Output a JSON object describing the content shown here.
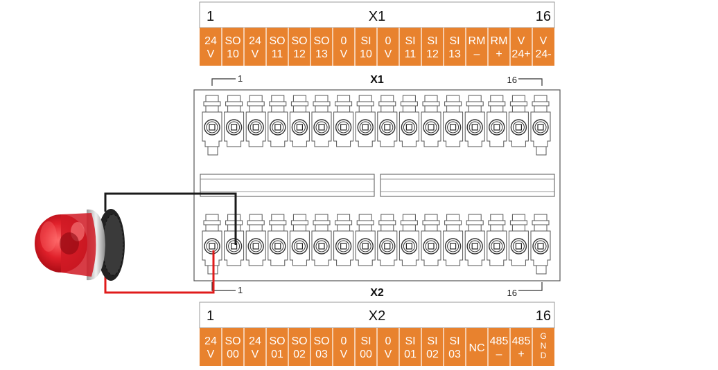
{
  "colors": {
    "orange": "#e8822e",
    "wire_black": "#1a1a1a",
    "wire_red": "#e01b1b",
    "beacon_red": "#e0202a"
  },
  "x1_table": {
    "title": "X1",
    "first_pin": "1",
    "last_pin": "16",
    "pins": [
      [
        "24",
        "V"
      ],
      [
        "SO",
        "10"
      ],
      [
        "24",
        "V"
      ],
      [
        "SO",
        "11"
      ],
      [
        "SO",
        "12"
      ],
      [
        "SO",
        "13"
      ],
      [
        "0",
        "V"
      ],
      [
        "SI",
        "10"
      ],
      [
        "0",
        "V"
      ],
      [
        "SI",
        "11"
      ],
      [
        "SI",
        "12"
      ],
      [
        "SI",
        "13"
      ],
      [
        "RM",
        "–"
      ],
      [
        "RM",
        "+"
      ],
      [
        "V",
        "24+"
      ],
      [
        "V",
        "24-"
      ]
    ]
  },
  "x2_table": {
    "title": "X2",
    "first_pin": "1",
    "last_pin": "16",
    "pins": [
      [
        "24",
        "V"
      ],
      [
        "SO",
        "00"
      ],
      [
        "24",
        "V"
      ],
      [
        "SO",
        "01"
      ],
      [
        "SO",
        "02"
      ],
      [
        "SO",
        "03"
      ],
      [
        "0",
        "V"
      ],
      [
        "SI",
        "00"
      ],
      [
        "0",
        "V"
      ],
      [
        "SI",
        "01"
      ],
      [
        "SI",
        "02"
      ],
      [
        "SI",
        "03"
      ],
      [
        "NC"
      ],
      [
        "485",
        "–"
      ],
      [
        "485",
        "+"
      ],
      [
        "G",
        "N",
        "D"
      ]
    ]
  },
  "board": {
    "x1_label": "X1",
    "x2_label": "X2",
    "x1_first": "1",
    "x1_last": "16",
    "x2_first": "1",
    "x2_last": "16",
    "terminal_count": 16
  },
  "wiring": {
    "black_wire_pin": 2,
    "red_wire_pin": 1
  }
}
